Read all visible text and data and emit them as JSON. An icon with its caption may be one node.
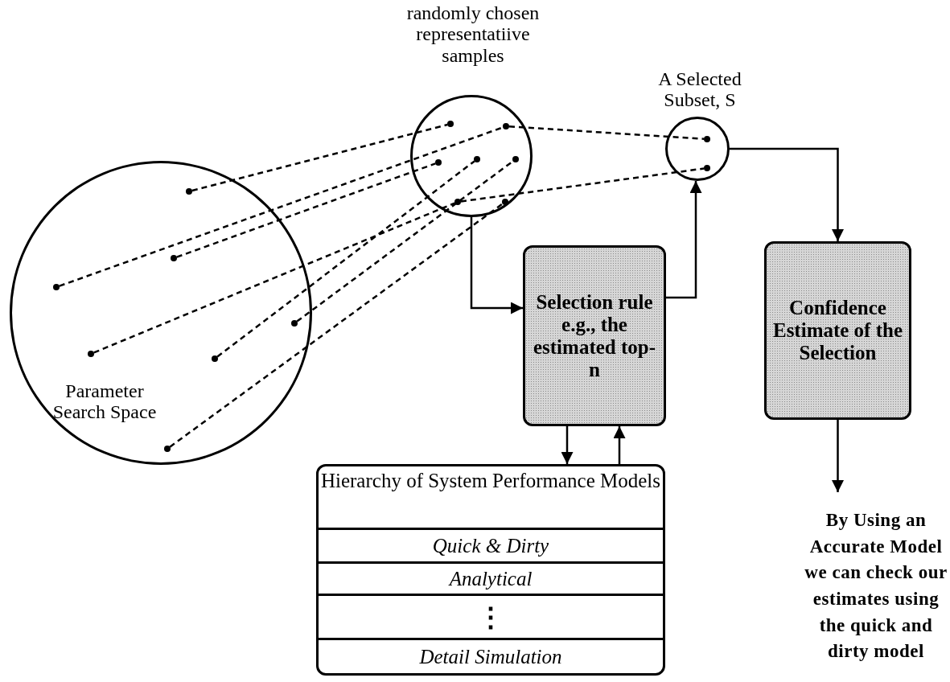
{
  "diagram": {
    "nodes": [
      {
        "text": [
          "Parameter Search Space"
        ]
      },
      {
        "text": [],
        "shape": "circle",
        "in": 0
      },
      {
        "text": [],
        "shape": "circle",
        "in": 0
      },
      {
        "text": [],
        "shape": "circle",
        "in": 0
      },
      {
        "text": [],
        "shape": "circle",
        "in": 0
      },
      {
        "text": [],
        "shape": "circle",
        "in": 0
      },
      {
        "text": [],
        "shape": "circle",
        "in": 0
      },
      {
        "text": [],
        "shape": "circle",
        "in": 0
      },
      {
        "text": [
          "randomly chosen representatiive samples"
        ]
      },
      {
        "text": [],
        "shape": "circle",
        "in": 8
      },
      {
        "text": [],
        "shape": "circle",
        "in": 8
      },
      {
        "text": [],
        "shape": "circle",
        "in": 8
      },
      {
        "text": [],
        "shape": "circle",
        "in": 8
      },
      {
        "text": [],
        "shape": "circle",
        "in": 8
      },
      {
        "text": [],
        "shape": "circle",
        "in": 8
      },
      {
        "text": [],
        "shape": "circle",
        "in": 8
      },
      {
        "text": [
          "A Selected Subset, S"
        ]
      },
      {
        "text": [],
        "shape": "circle",
        "in": 16
      },
      {
        "text": [],
        "shape": "circle",
        "in": 16
      },
      {
        "text": [
          "Selection rule e.g., the estimated top-n"
        ]
      },
      {
        "text": [
          "Confidence Estimate of the Selection"
        ]
      },
      {
        "text": [
          "Hierarchy of System Performance Models"
        ]
      },
      {
        "text": [
          "Quick & Dirty"
        ],
        "in": 21
      },
      {
        "text": [
          "Analytical"
        ],
        "in": 21
      },
      {
        "text": [
          "⋮"
        ],
        "in": 21
      },
      {
        "text": [
          "Detail Simulation"
        ],
        "in": 21
      },
      {
        "text": [
          "By Using an Accurate Model we can check our estimates using the quick and dirty model"
        ]
      }
    ],
    "edges": [
      {
        "from": 1,
        "to": 9,
        "arrow": "none",
        "style": "dashed"
      },
      {
        "from": 3,
        "to": 10,
        "arrow": "none",
        "style": "dashed"
      },
      {
        "from": 2,
        "to": 11,
        "arrow": "none",
        "style": "dashed"
      },
      {
        "from": 4,
        "to": 14,
        "arrow": "none",
        "style": "dashed"
      },
      {
        "from": 5,
        "to": 12,
        "arrow": "none",
        "style": "dashed"
      },
      {
        "from": 6,
        "to": 13,
        "arrow": "none",
        "style": "dashed"
      },
      {
        "from": 7,
        "to": 15,
        "arrow": "none",
        "style": "dashed"
      },
      {
        "from": 10,
        "to": 17,
        "arrow": "none",
        "style": "dashed"
      },
      {
        "from": 14,
        "to": 18,
        "arrow": "none",
        "style": "dashed"
      },
      {
        "from": 8,
        "to": 19,
        "arrow": "to"
      },
      {
        "from": 19,
        "to": 16,
        "arrow": "to"
      },
      {
        "from": 16,
        "to": 20,
        "arrow": "to"
      },
      {
        "from": 19,
        "to": 21,
        "arrow": "to"
      },
      {
        "from": 21,
        "to": 19,
        "arrow": "to"
      },
      {
        "from": 20,
        "to": 26,
        "arrow": "to"
      }
    ]
  }
}
